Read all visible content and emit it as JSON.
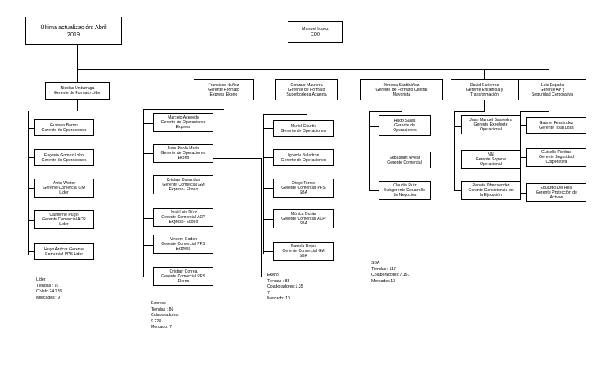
{
  "note": {
    "text": "Última actualización: Abril\n2019"
  },
  "root": {
    "name": "Manuel Lopez",
    "title": "COO",
    "text": "Manuel Lopez\nCOO"
  },
  "level2": [
    {
      "id": "lider",
      "text": "Nicolas Undurraga\nGerente de Formato Líder"
    },
    {
      "id": "express",
      "text": "Francisco Nuñez\nGerente Formato\nExpress Ekono"
    },
    {
      "id": "sba",
      "text": "Gonzalo Maureira\nGerente de Formato\nSuperbodega Acuenta"
    },
    {
      "id": "central",
      "text": "Ximena Santibáñez\nGerente de Formato Central\nMayorista"
    },
    {
      "id": "efic",
      "text": "David Gutierrez\nGerente Eficiencia y\nTransformación"
    },
    {
      "id": "ap",
      "text": "Luis España\nGerente AP y\nSeguridad Corporativa"
    }
  ],
  "col_lider": [
    {
      "text": "Gustavo Barros\nGerente de Operaciones"
    },
    {
      "text": "Eugenio Gomez Lobo\nGerente de Operaciones"
    },
    {
      "text": "Anita Wolter\nGerente Comercial GM\nLider"
    },
    {
      "text": "Catherine Pugin\nGerente Comercial ACP\nLider"
    },
    {
      "text": "Hugo Azócar Gerente\nComercial PPS Lider"
    }
  ],
  "col_express": [
    {
      "text": "Marcelo Acevedo\nGerente de Operaciones\nExpress"
    },
    {
      "text": "Juan Pablo Marin\nGerente de Operaciones\nEkono"
    },
    {
      "text": "Cristian Ossandon\nGerente Comercial GM\nExpress- Ekono"
    },
    {
      "text": "José Luis Díaz\nGerente Comercial ACP\nExpress- Ekono"
    },
    {
      "text": "Vincent Godon\nGerente Comercial PPS\nExpress"
    },
    {
      "text": "Cristian Correa\nGerente Comercial PPS\nEkono"
    }
  ],
  "col_sba": [
    {
      "text": "Muriel Courtis\nGerente de Operaciones"
    },
    {
      "text": "Ignacio Baladron\nGerente de Operaciones"
    },
    {
      "text": "Diego Torres\nGerente Comercial PPS\nSBA"
    },
    {
      "text": "Mónica Durán\nGerente Comercial ACP\nSBA"
    },
    {
      "text": "Daniela Rojas\nGerente Comercial GM\nSBA"
    }
  ],
  "col_central": [
    {
      "text": "Hugo Salas\nGerente de\nOperaciones"
    },
    {
      "text": "Sebastián Alvear\nGerente Comercial"
    },
    {
      "text": "Claudia Ruiz\nSubgerente Desarrollo\nde Negocios"
    }
  ],
  "col_efic": [
    {
      "text": "Juan Manuel Saavedra\nGerente Excelente\nOperacional"
    },
    {
      "text": "NN\nGerente Soporte\nOperacional"
    },
    {
      "text": "Renata Obertsender\nGerente Consistencia en\nla Ejecución"
    }
  ],
  "col_ap": [
    {
      "text": "Gabriel Fernández\nGerente Total Loss"
    },
    {
      "text": "Guiselle Piedras\nGerente Seguridad\nCorporativa"
    },
    {
      "text": "Eduardo Del Real\nGerente Protección de\nActivos"
    }
  ],
  "stats": {
    "lider": "Lider\nTiendas : 91\nColab: 24.176\nMercados : 9",
    "express": "Express\nTiendas : 86\nColaboradores:\n9.228\nMercado: 7",
    "ekono": "Ekono\nTiendas : 88\nColaboradores:1.35\n7\nMercado: 10",
    "sba": "SBA\nTiendas : 117\nColaboradores:7.151\nMercados:12"
  }
}
